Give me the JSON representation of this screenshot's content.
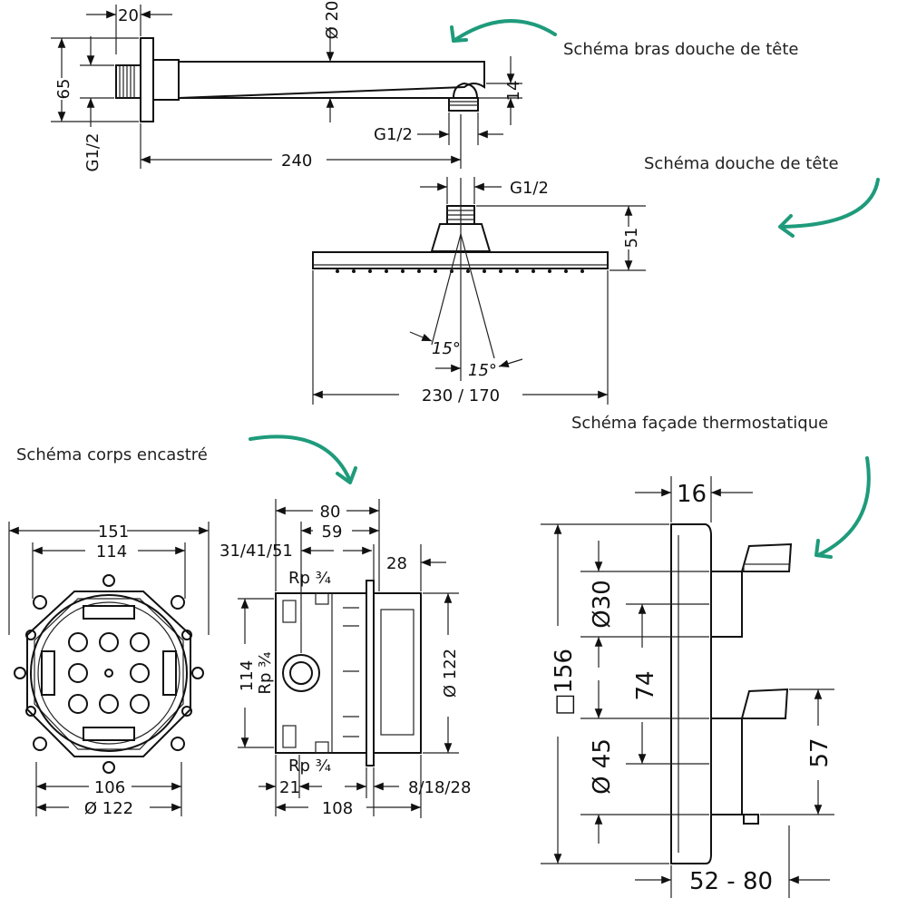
{
  "captions": {
    "arm": "Schéma bras douche de tête",
    "head": "Schéma douche de tête",
    "body": "Schéma corps encastré",
    "facade": "Schéma façade thermostatique"
  },
  "arm_dims": {
    "flange_w": "20",
    "diameter": "Ø 20",
    "height": "65",
    "nozzle": "14",
    "thread_left": "G1/2",
    "thread_right": "G1/2",
    "length": "240"
  },
  "head_dims": {
    "thread": "G1/2",
    "height": "51",
    "angle_a": "15°",
    "angle_b": "15°",
    "width": "230 / 170"
  },
  "body_front_dims": {
    "w151": "151",
    "w114": "114",
    "w106": "106",
    "d122": "Ø 122"
  },
  "body_side_dims": {
    "d80": "80",
    "d59": "59",
    "d314151": "31/41/51",
    "d28": "28",
    "rp_top": "Rp ¾",
    "rp_left": "Rp ¾",
    "rp_bottom": "Rp ¾",
    "h114": "114",
    "d122": "Ø 122",
    "d21": "21",
    "d108": "108",
    "d81828": "8/18/28"
  },
  "facade_dims": {
    "d16": "16",
    "h156": "□156",
    "d30": "Ø30",
    "d74": "74",
    "d45": "Ø 45",
    "d57": "57",
    "depth": "52 - 80"
  }
}
